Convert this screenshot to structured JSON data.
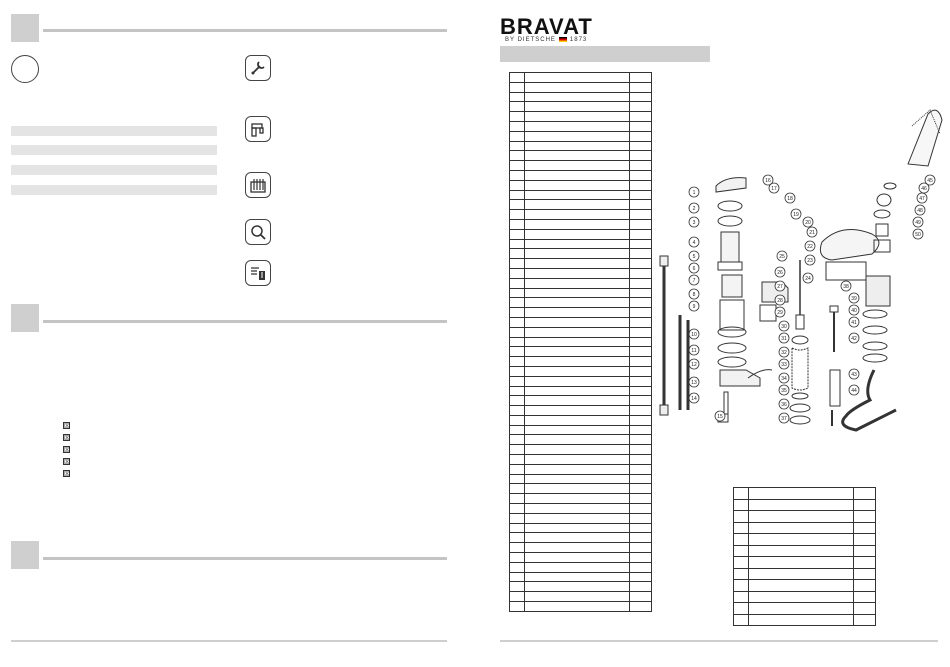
{
  "brand": {
    "name": "BRAVAT",
    "tagline_prefix": "BY DIETSCHE",
    "tagline_year": "1873"
  },
  "left_page": {
    "sections": [
      {
        "id": "s1"
      },
      {
        "id": "s2"
      },
      {
        "id": "s3"
      }
    ],
    "checkbox_mark": "☒",
    "checkbox_count": 5,
    "icons": [
      "wrench-icon",
      "faucet-icon",
      "tools-icon",
      "magnifier-icon",
      "manual-icon"
    ]
  },
  "right_page": {
    "main_table_rows": 55,
    "small_table_rows": 12,
    "callouts": [
      "1",
      "2",
      "3",
      "4",
      "5",
      "6",
      "7",
      "8",
      "9",
      "10",
      "11",
      "12",
      "13",
      "14",
      "15",
      "16",
      "17",
      "18",
      "19",
      "20",
      "21",
      "22",
      "23",
      "24",
      "25",
      "26",
      "27",
      "28",
      "29",
      "30",
      "31",
      "32",
      "33",
      "34",
      "35",
      "36",
      "37",
      "38",
      "39",
      "40",
      "41",
      "42",
      "43",
      "44",
      "45",
      "46",
      "47",
      "48",
      "49",
      "50"
    ]
  }
}
